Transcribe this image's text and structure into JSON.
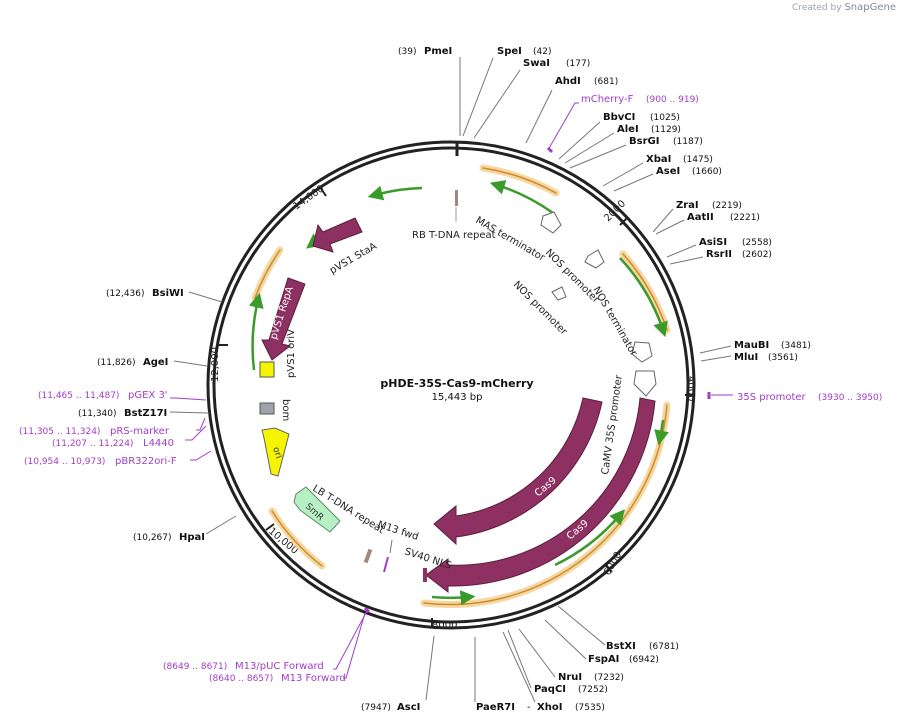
{
  "credit": {
    "prefix": "Created by",
    "brand": "SnapGene"
  },
  "plasmid": {
    "name": "pHDE-35S-Cas9-mCherry",
    "length": "15,443 bp"
  },
  "ticks": [
    "2000",
    "4000",
    "6000",
    "8000",
    "10,000",
    "12,000",
    "14,000"
  ],
  "sites": [
    {
      "name": "PmeI",
      "pos": "(39)"
    },
    {
      "name": "SpeI",
      "pos": "(42)"
    },
    {
      "name": "SwaI",
      "pos": "(177)"
    },
    {
      "name": "AhdI",
      "pos": "(681)"
    },
    {
      "name": "BbvCI",
      "pos": "(1025)"
    },
    {
      "name": "AleI",
      "pos": "(1129)"
    },
    {
      "name": "BsrGI",
      "pos": "(1187)"
    },
    {
      "name": "XbaI",
      "pos": "(1475)"
    },
    {
      "name": "AseI",
      "pos": "(1660)"
    },
    {
      "name": "ZraI",
      "pos": "(2219)"
    },
    {
      "name": "AatII",
      "pos": "(2221)"
    },
    {
      "name": "AsiSI",
      "pos": "(2558)"
    },
    {
      "name": "RsrII",
      "pos": "(2602)"
    },
    {
      "name": "MauBI",
      "pos": "(3481)"
    },
    {
      "name": "MluI",
      "pos": "(3561)"
    },
    {
      "name": "BstXI",
      "pos": "(6781)"
    },
    {
      "name": "FspAI",
      "pos": "(6942)"
    },
    {
      "name": "NruI",
      "pos": "(7232)"
    },
    {
      "name": "PaqCI",
      "pos": "(7252)"
    },
    {
      "name": "XhoI",
      "pos": "(7535)"
    },
    {
      "name": "PaeR7I",
      "pos": ""
    },
    {
      "name": "AscI",
      "pos": "(7947)"
    },
    {
      "name": "HpaI",
      "pos": "(10,267)"
    },
    {
      "name": "BstZ17I",
      "pos": "(11,340)"
    },
    {
      "name": "AgeI",
      "pos": "(11,826)"
    },
    {
      "name": "BsiWI",
      "pos": "(12,436)"
    }
  ],
  "primers": [
    {
      "name": "mCherry-F",
      "range": "(900 .. 919)"
    },
    {
      "name": "35S promoter",
      "range": "(3930 .. 3950)"
    },
    {
      "name": "M13/pUC Forward",
      "range": "(8649 .. 8671)"
    },
    {
      "name": "M13 Forward",
      "range": "(8640 .. 8657)"
    },
    {
      "name": "pBR322ori-F",
      "range": "(10,954 .. 10,973)"
    },
    {
      "name": "L4440",
      "range": "(11,207 .. 11,224)"
    },
    {
      "name": "pRS-marker",
      "range": "(11,305 .. 11,324)"
    },
    {
      "name": "pGEX 3'",
      "range": "(11,465 .. 11,487)"
    }
  ],
  "features": [
    {
      "name": "MAS terminator"
    },
    {
      "name": "NOS promoter"
    },
    {
      "name": "NOS promoter"
    },
    {
      "name": "NOS terminator"
    },
    {
      "name": "CaMV 35S promoter"
    },
    {
      "name": "Cas9"
    },
    {
      "name": "Cas9"
    },
    {
      "name": "SV40 NLS"
    },
    {
      "name": "M13 fwd"
    },
    {
      "name": "LB T-DNA repeat"
    },
    {
      "name": "SmR"
    },
    {
      "name": "ori"
    },
    {
      "name": "bom"
    },
    {
      "name": "pVS1 oriV"
    },
    {
      "name": "pVS1 RepA"
    },
    {
      "name": "pVS1 StaA"
    },
    {
      "name": "RB T-DNA repeat"
    }
  ],
  "colors": {
    "backbone": "#222222",
    "cas9": "#8e3061",
    "primer": "#a23cc9",
    "orf_fill": "#f5d7a0",
    "orf_stroke": "#e0a040",
    "green": "#3a9a2a",
    "ori": "#f5f500",
    "smr": "#b7f0c4",
    "bom": "#a0a4a8",
    "line": "#777777"
  }
}
